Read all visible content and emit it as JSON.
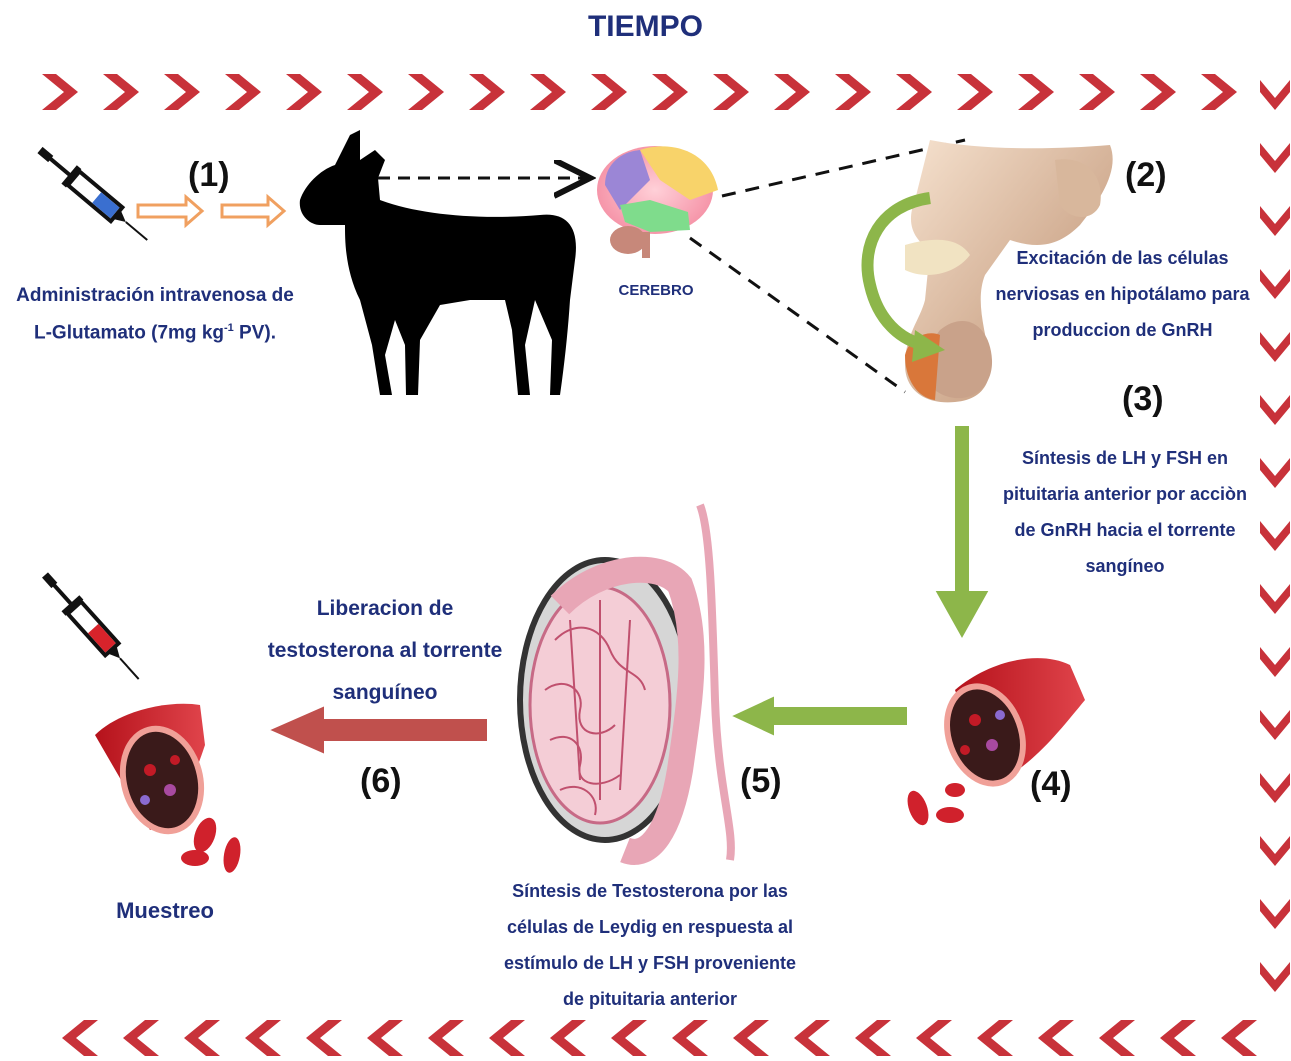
{
  "title": "TIEMPO",
  "steps": {
    "s1": {
      "num": "(1)",
      "text_line1": "Administración intravenosa de",
      "text_line2": "L-Glutamato (7mg kg",
      "text_sup": "-1",
      "text_tail": " PV)."
    },
    "cerebro": "CEREBRO",
    "s2": {
      "num": "(2)",
      "lines": [
        "Excitación de las células",
        "nerviosas en hipotálamo para",
        "produccion de GnRH"
      ]
    },
    "s3": {
      "num": "(3)",
      "lines": [
        "Síntesis de LH y FSH en",
        "pituitaria anterior por acciòn",
        "de GnRH hacia el torrente",
        "sangíneo"
      ]
    },
    "s4": {
      "num": "(4)"
    },
    "s5": {
      "num": "(5)",
      "lines": [
        "Síntesis de Testosterona por las",
        "células de Leydig en respuesta al",
        "estímulo de LH y FSH proveniente",
        "de pituitaria anterior"
      ]
    },
    "s6": {
      "num": "(6)",
      "lines": [
        "Liberacion de",
        "testosterona al torrente",
        "sanguíneo"
      ]
    },
    "muestreo": "Muestreo"
  },
  "colors": {
    "chevron": "#c8323a",
    "title": "#1f2f7a",
    "text": "#1f2f7a",
    "green_arrow": "#8db64a",
    "red_arrow": "#c0504d",
    "orange_arrow": "#f0a060"
  },
  "icons": [
    "syringe-icon",
    "goat-silhouette",
    "brain-icon",
    "pituitary-illustration",
    "blood-vessel-icon",
    "testis-illustration"
  ]
}
